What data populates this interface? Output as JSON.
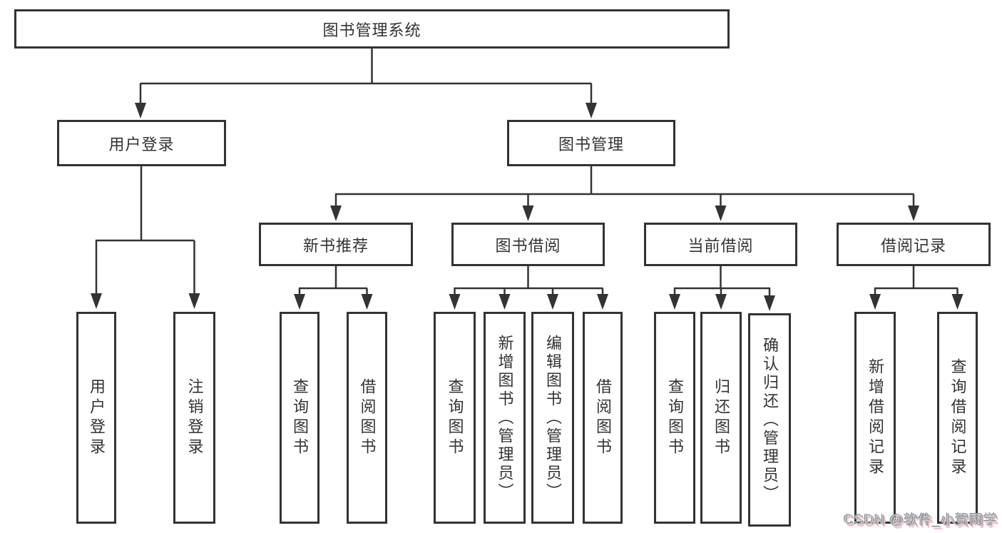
{
  "diagram": {
    "title": "图书管理系统"
  },
  "nodes": {
    "root": {
      "label": "图书管理系统"
    },
    "user_login": {
      "label": "用户登录"
    },
    "book_mgmt": {
      "label": "图书管理"
    },
    "new_book_rec": {
      "label": "新书推荐"
    },
    "book_borrow": {
      "label": "图书借阅"
    },
    "current_borrow": {
      "label": "当前借阅"
    },
    "borrow_records": {
      "label": "借阅记录"
    },
    "leaf_user_login": {
      "label": "用户登录"
    },
    "leaf_logout": {
      "label": "注销登录"
    },
    "leaf_query_book_1": {
      "label": "查询图书"
    },
    "leaf_borrow_book_1": {
      "label": "借阅图书"
    },
    "leaf_query_book_2": {
      "label": "查询图书"
    },
    "leaf_add_book": {
      "label": "新增图书（管理员）"
    },
    "leaf_edit_book": {
      "label": "编辑图书（管理员）"
    },
    "leaf_borrow_book_2": {
      "label": "借阅图书"
    },
    "leaf_query_book_3": {
      "label": "查询图书"
    },
    "leaf_return_book": {
      "label": "归还图书"
    },
    "leaf_confirm_return": {
      "label": "确认归还（管理员）"
    },
    "leaf_add_record": {
      "label": "新增借阅记录"
    },
    "leaf_query_record": {
      "label": "查询借阅记录"
    }
  },
  "watermark": {
    "text": "CSDN @软件_小贺同学"
  },
  "colors": {
    "line": "#333333",
    "box_border": "#333333",
    "text": "#333333",
    "background": "#ffffff",
    "watermark_gray": "#c9cdd2",
    "watermark_pink": "#f0b9c0"
  }
}
